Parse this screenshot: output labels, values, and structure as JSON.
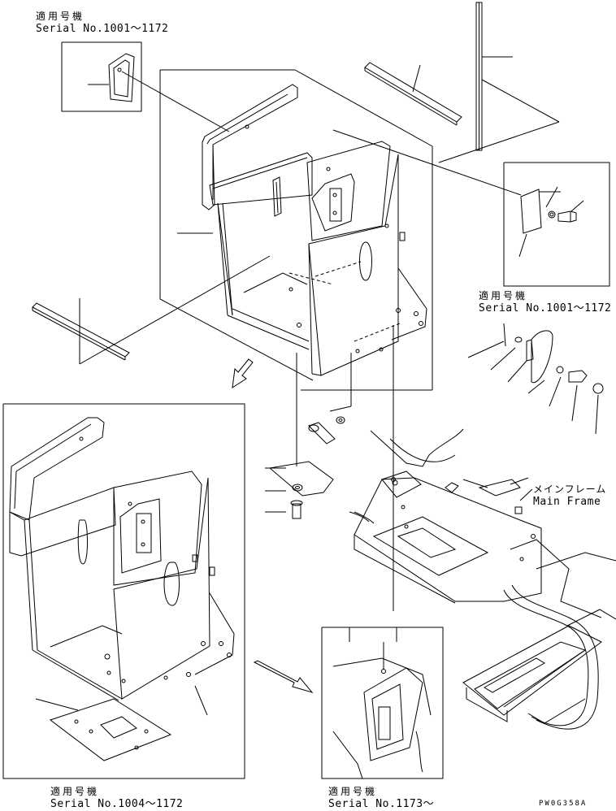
{
  "labels": {
    "serial_top_left": {
      "jp": "適用号機",
      "text": "Serial No.1001～1172"
    },
    "serial_right": {
      "jp": "適用号機",
      "text": "Serial No.1001～1172"
    },
    "main_frame": {
      "jp": "メインフレーム",
      "text": "Main Frame"
    },
    "serial_bottom_left": {
      "jp": "適用号機",
      "text": "Serial No.1004～1172"
    },
    "serial_bottom_right": {
      "jp": "適用号機",
      "text": "Serial No.1173～"
    },
    "drawing_id": "PW0G358A"
  }
}
